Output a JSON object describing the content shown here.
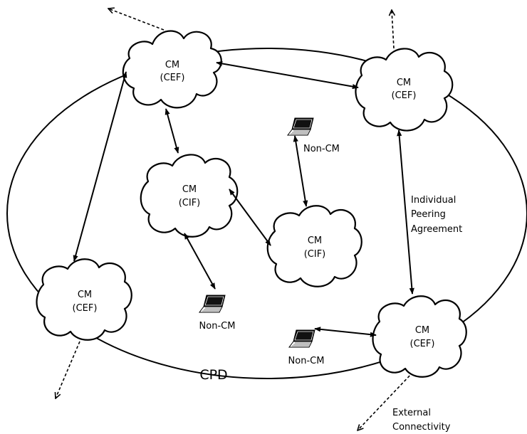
{
  "boundary_label": "CPD",
  "nodes": [
    {
      "id": "cef_top_left",
      "line1": "CM",
      "line2": "(CEF)"
    },
    {
      "id": "cef_top_right",
      "line1": "CM",
      "line2": "(CEF)"
    },
    {
      "id": "cif_left",
      "line1": "CM",
      "line2": "(CIF)"
    },
    {
      "id": "cif_right",
      "line1": "CM",
      "line2": "(CIF)"
    },
    {
      "id": "cef_bottom_left",
      "line1": "CM",
      "line2": "(CEF)"
    },
    {
      "id": "cef_bottom_right",
      "line1": "CM",
      "line2": "(CEF)"
    }
  ],
  "terminals": [
    {
      "id": "noncm_top",
      "label": "Non-CM"
    },
    {
      "id": "noncm_left",
      "label": "Non-CM"
    },
    {
      "id": "noncm_bottom",
      "label": "Non-CM"
    }
  ],
  "peering_label": [
    "Individual",
    "Peering",
    "Agreement"
  ],
  "external_label": [
    "External",
    "Connectivity"
  ]
}
